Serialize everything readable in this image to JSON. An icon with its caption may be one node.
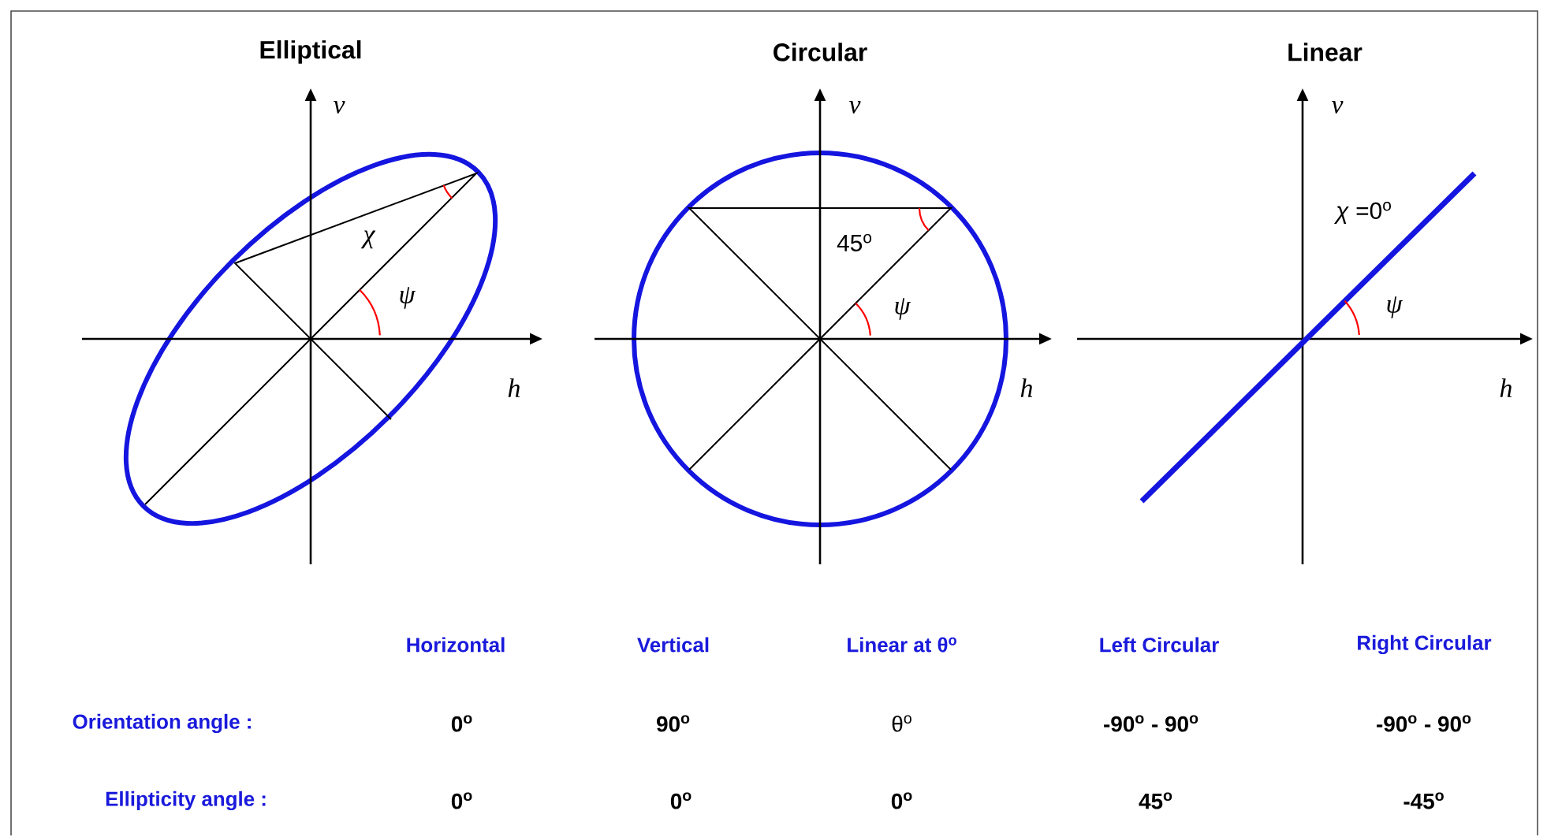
{
  "diagram": {
    "labels": [
      "Elliptical",
      "ν",
      "χ",
      "ψ",
      "h",
      "Circular",
      "ν",
      "45$^{o}$",
      "ψ",
      "h",
      "Linear",
      "ν",
      "*χ* =0$^{o}$",
      "ψ",
      "h",
      "Horizontal",
      "Vertical",
      "Linear at θ$^{o}$",
      "Left Circular",
      "Right Circular",
      "Orientation angle :",
      "0$^{o}$",
      "90$^{o}$",
      "θ$^{o}$",
      "-90$^{o}$ - 90$^{o}$",
      "-90$^{o}$ - 90$^{o}$",
      "Ellipticity angle :",
      "0$^{o}$",
      "0$^{o}$",
      "0$^{o}$",
      "45$^{o}$",
      "-45$^{o}$"
    ]
  }
}
